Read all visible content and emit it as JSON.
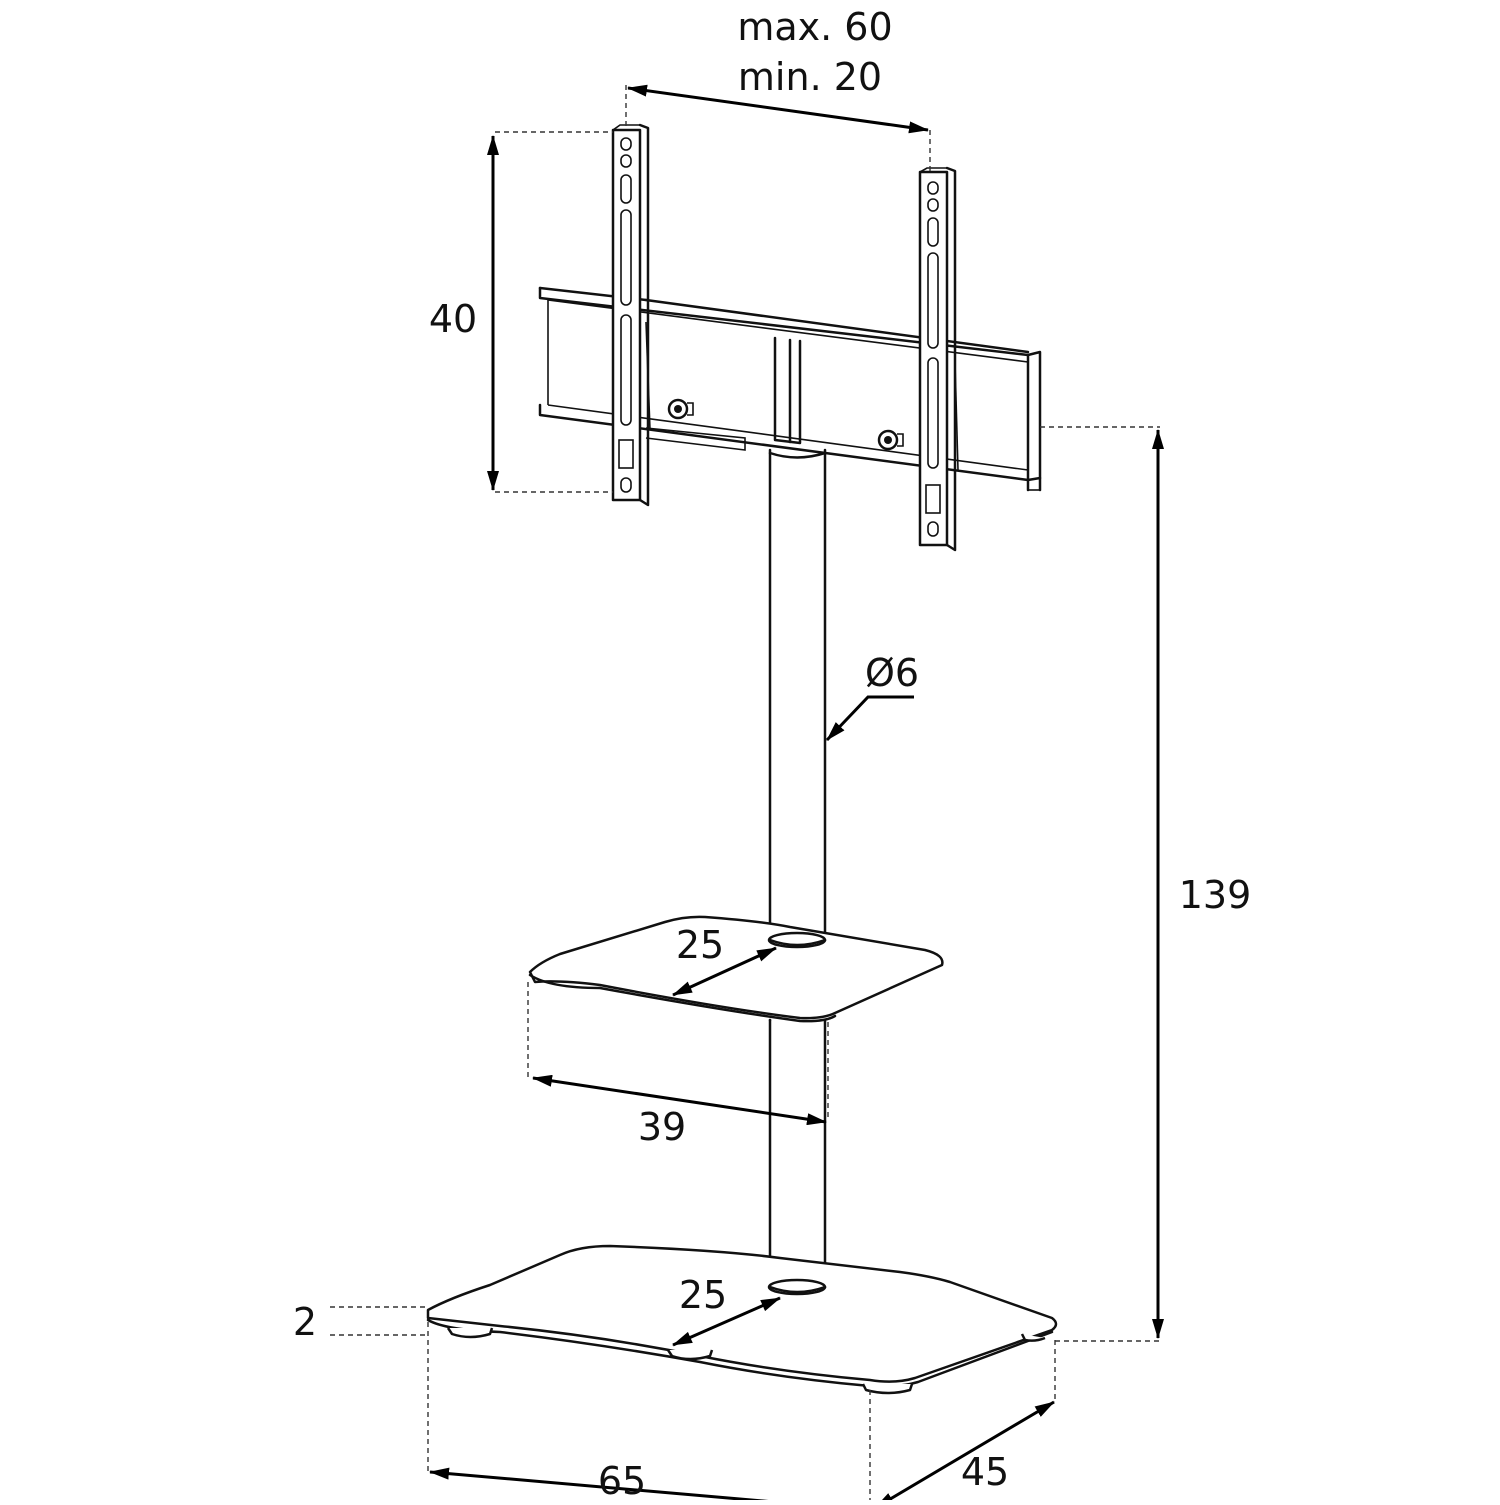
{
  "diagram": {
    "width_label_max": "max. 60",
    "width_label_min": "min. 20",
    "bracket_height": "40",
    "total_height": "139",
    "pole_diameter": "Ø6",
    "shelf_depth": "25",
    "shelf_width": "39",
    "base_depth": "25",
    "base_thickness": "2",
    "base_width": "65",
    "base_length": "45"
  },
  "colors": {
    "line": "#111111",
    "background": "#ffffff"
  }
}
